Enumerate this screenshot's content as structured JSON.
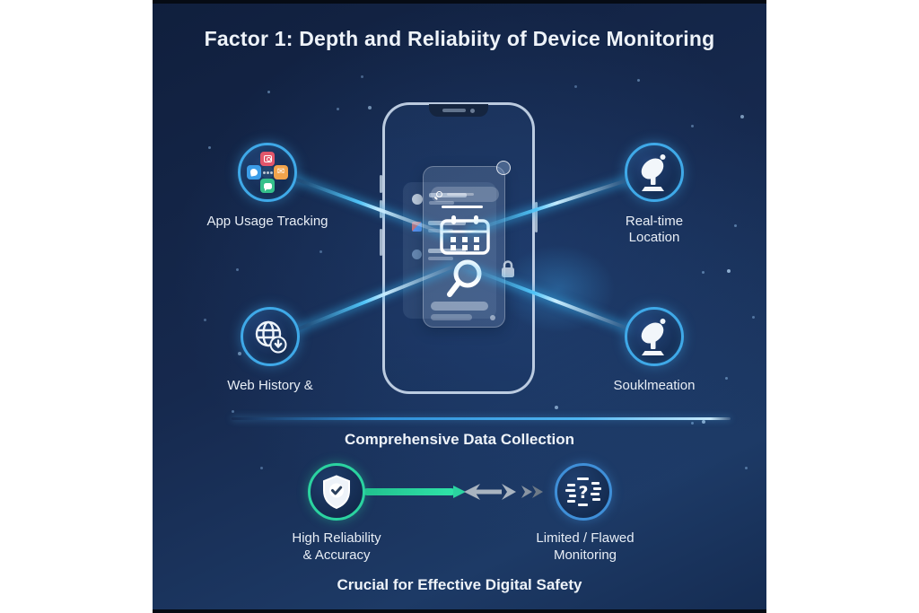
{
  "title": "Factor 1: Depth and Reliabiity of Device Monitoring",
  "nodes": {
    "app_usage": {
      "label": "App Usage Tracking",
      "icon": "app-cluster-icon"
    },
    "realtime_location": {
      "line1": "Real-time",
      "line2": "Location",
      "icon": "satellite-dish-icon"
    },
    "web_history": {
      "label": "Web History &",
      "icon": "globe-download-icon"
    },
    "social_location": {
      "label": "Souklmeation",
      "icon": "satellite-dish-icon"
    }
  },
  "center_caption": "Comprehensive Data Collection",
  "comparison": {
    "high_reliability": {
      "line1": "High Reliability",
      "line2": "& Accuracy",
      "icon": "shield-check-icon",
      "accent_color": "#2bd3a0"
    },
    "limited_monitoring": {
      "line1": "Limited / Flawed",
      "line2": "Monitoring",
      "icon": "glitch-question-icon",
      "accent_color": "#3f8fd8"
    }
  },
  "footer_caption": "Crucial for Effective Digital Safety",
  "glyphs": {
    "mail": "✉",
    "question": "?"
  },
  "colors": {
    "background_navy": "#152a4e",
    "beam_cyan": "#35b5f2",
    "node_ring_blue": "#3fa9e8",
    "reliability_green": "#2bd3a0",
    "flawed_blue": "#3f8fd8",
    "text_light": "#eaf0f8"
  }
}
